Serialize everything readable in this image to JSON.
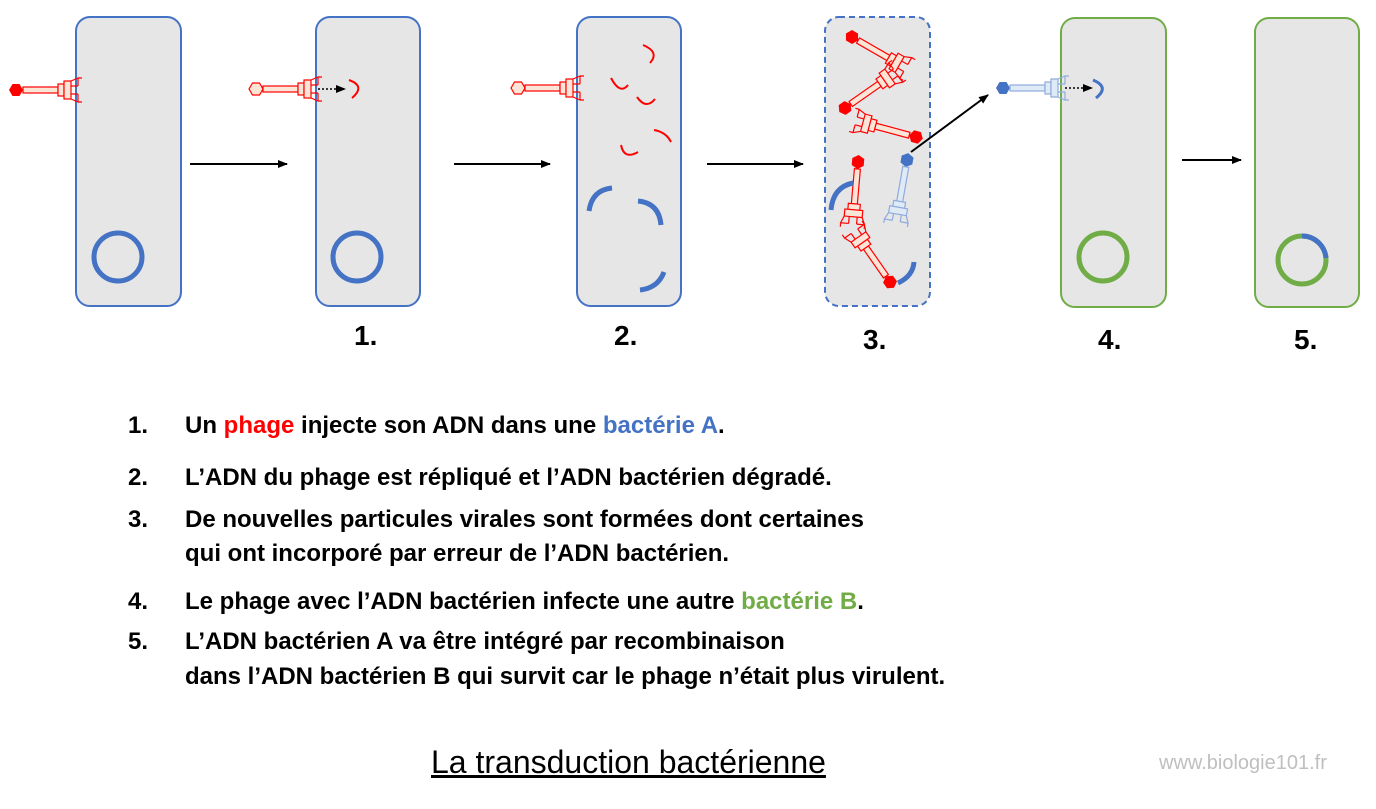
{
  "stage_labels": [
    "1.",
    "2.",
    "3.",
    "4.",
    "5."
  ],
  "steps": [
    {
      "num": "1.",
      "parts": [
        {
          "text": "Un ",
          "color": "black"
        },
        {
          "text": "phage",
          "color": "red"
        },
        {
          "text": " injecte son ADN dans une ",
          "color": "black"
        },
        {
          "text": "bactérie A",
          "color": "blue"
        },
        {
          "text": ".",
          "color": "black"
        }
      ]
    },
    {
      "num": "2.",
      "text": "L’ADN du phage est répliqué et l’ADN bactérien dégradé."
    },
    {
      "num": "3.",
      "lines": [
        "De nouvelles particules virales sont formées dont certaines",
        "qui ont incorporé par erreur de l’ADN bactérien."
      ]
    },
    {
      "num": "4.",
      "parts": [
        {
          "text": "Le phage avec l’ADN bactérien infecte une autre ",
          "color": "black"
        },
        {
          "text": "bactérie B",
          "color": "green"
        },
        {
          "text": ".",
          "color": "black"
        }
      ]
    },
    {
      "num": "5.",
      "lines": [
        "L’ADN bactérien A va être intégré par recombinaison",
        "dans l’ADN bactérien B qui survit car le phage n’était plus virulent."
      ]
    }
  ],
  "title": "La transduction bactérienne",
  "website": "www.biologie101.fr",
  "colors": {
    "phage_red": "#ff0000",
    "bacteria_a_blue": "#4472c4",
    "bacteria_b_green": "#70ad47",
    "cell_fill": "#e7e6e6",
    "phage_light_red": "#f8cbad",
    "phage_light_blue": "#deebf7"
  }
}
